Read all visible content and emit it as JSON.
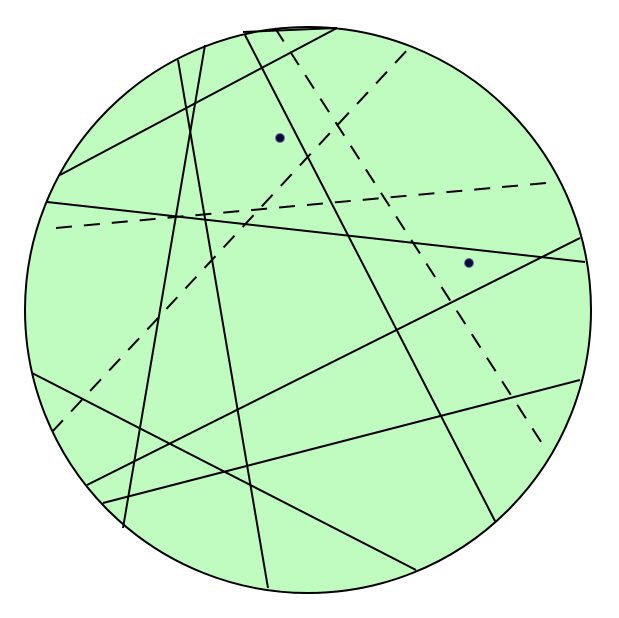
{
  "diagram": {
    "type": "chord-arrangement",
    "disk": {
      "fill_color": "#c0fcc0",
      "stroke_color": "#000000"
    },
    "line_color": "#000000",
    "point_color": "#0b0b3b",
    "solid_line_count": 9,
    "dashed_line_count": 3,
    "point_count": 2
  }
}
